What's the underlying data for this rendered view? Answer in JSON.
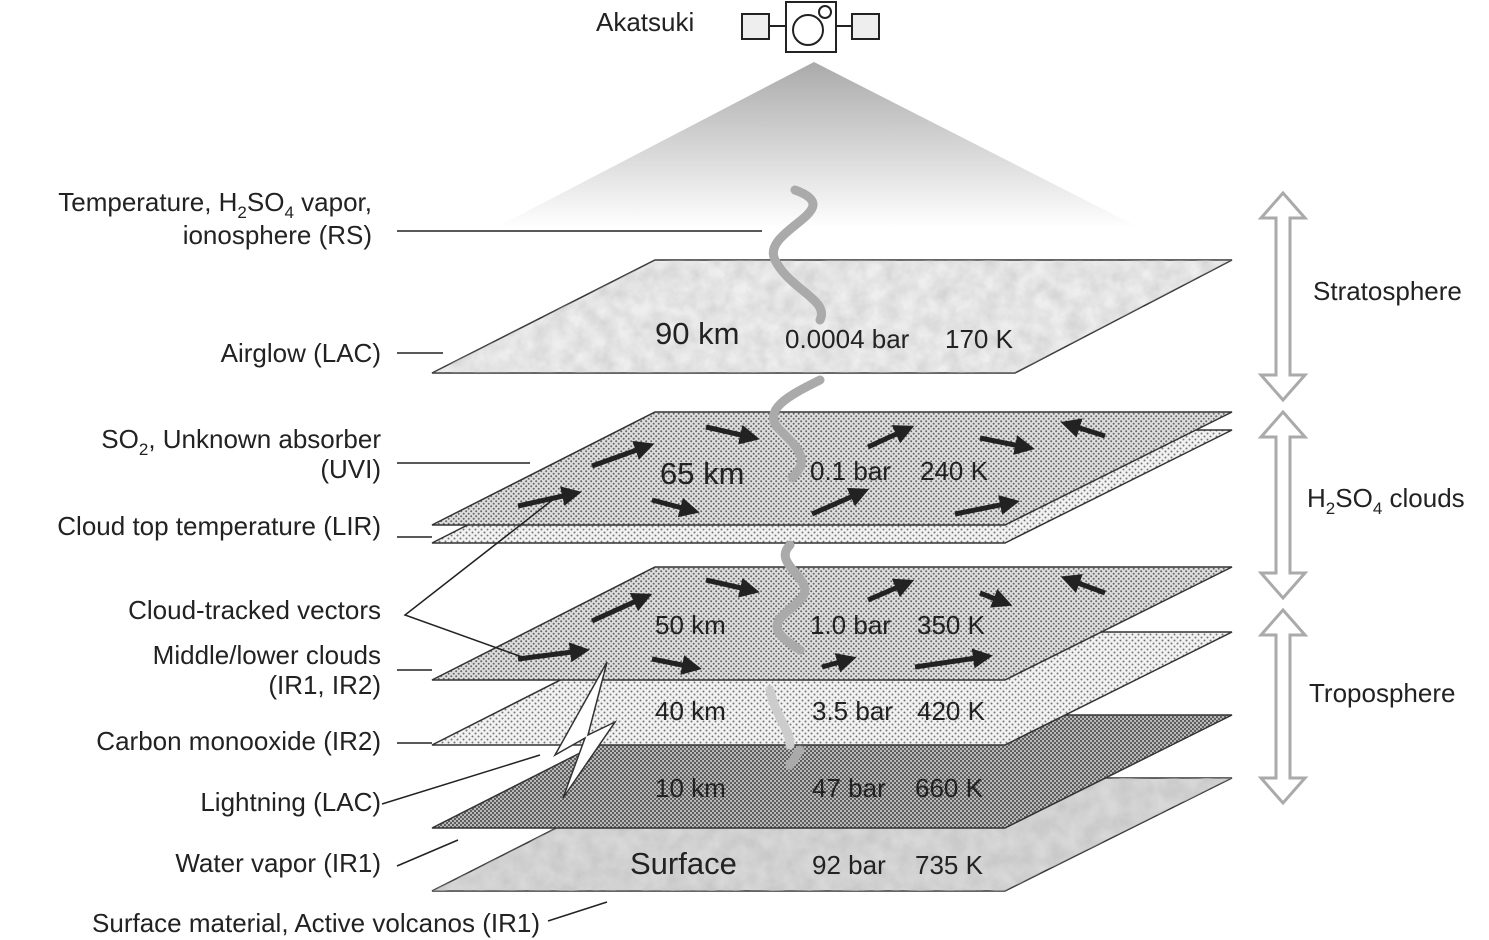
{
  "spacecraft": "Akatsuki",
  "left_labels": {
    "rs_line1_a": "Temperature, H",
    "rs_line1_sub1": "2",
    "rs_line1_b": "SO",
    "rs_line1_sub2": "4",
    "rs_line1_c": " vapor,",
    "rs_line2": "ionosphere (RS)",
    "airglow": "Airglow (LAC)",
    "uvi_line1_a": "SO",
    "uvi_line1_sub": "2",
    "uvi_line1_b": ", Unknown absorber",
    "uvi_line2": "(UVI)",
    "lir": "Cloud top  temperature (LIR)",
    "vectors": "Cloud-tracked vectors",
    "clouds_line1": "Middle/lower clouds",
    "clouds_line2": "(IR1, IR2)",
    "co": "Carbon monooxide (IR2)",
    "lightning": "Lightning (LAC)",
    "water": "Water vapor (IR1)",
    "surface": "Surface material, Active volcanos (IR1)"
  },
  "layers": [
    {
      "altitude": "90 km",
      "pressure": "0.0004 bar",
      "temperature": "170 K"
    },
    {
      "altitude": "65 km",
      "pressure": "0.1 bar",
      "temperature": "240 K"
    },
    {
      "altitude": "50 km",
      "pressure": "1.0 bar",
      "temperature": "350 K"
    },
    {
      "altitude": "40 km",
      "pressure": "3.5 bar",
      "temperature": "420 K"
    },
    {
      "altitude": "10 km",
      "pressure": "47 bar",
      "temperature": "660 K"
    },
    {
      "altitude": "Surface",
      "pressure": "92 bar",
      "temperature": "735 K"
    }
  ],
  "regions": {
    "stratosphere": "Stratosphere",
    "clouds_a": "H",
    "clouds_sub1": "2",
    "clouds_b": "SO",
    "clouds_sub2": "4",
    "clouds_c": " clouds",
    "troposphere": "Troposphere"
  }
}
